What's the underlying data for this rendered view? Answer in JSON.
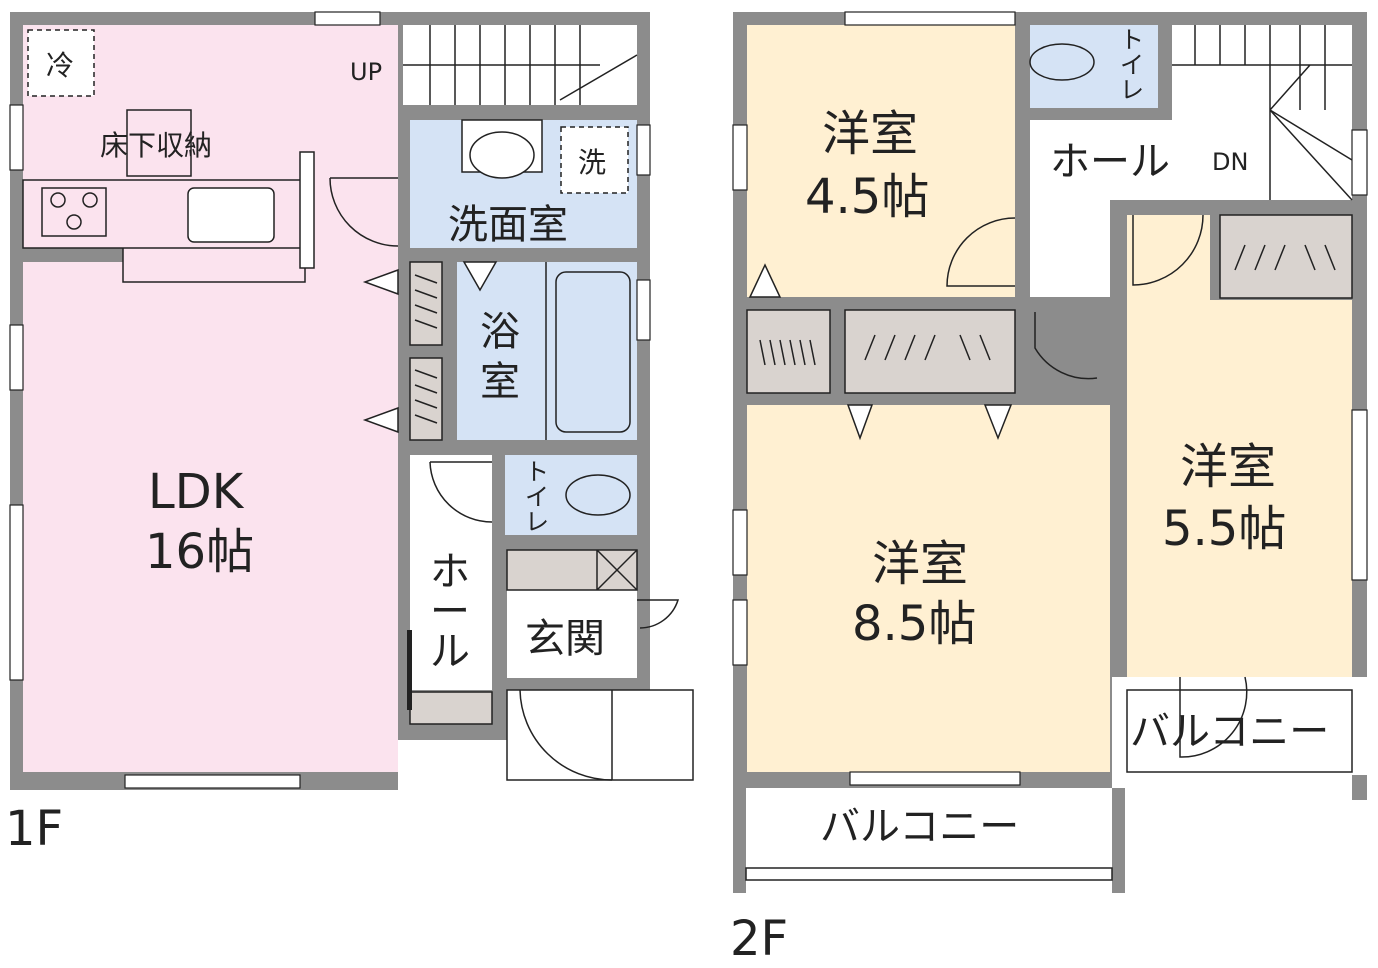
{
  "colors": {
    "wall": "#8c8c8c",
    "ldk": "#fbe3ee",
    "wet": "#d5e3f5",
    "bedroom": "#fff0d2",
    "closet": "#d9d3cf"
  },
  "floor1": {
    "label": "1F",
    "fridge": "冷",
    "up": "UP",
    "underfloor": "床下収納",
    "washer": "洗",
    "washroom": "洗面室",
    "bath": [
      "浴",
      "室"
    ],
    "toilet": [
      "ト",
      "イ",
      "レ"
    ],
    "ldk": [
      "LDK",
      "16帖"
    ],
    "hall": [
      "ホ",
      "ー",
      "ル"
    ],
    "entrance": "玄関"
  },
  "floor2": {
    "label": "2F",
    "room_a": [
      "洋室",
      "4.5帖"
    ],
    "room_b": [
      "洋室",
      "8.5帖"
    ],
    "room_c": [
      "洋室",
      "5.5帖"
    ],
    "toilet": [
      "ト",
      "イ",
      "レ"
    ],
    "hall": "ホール",
    "dn": "DN",
    "balcony_right": "バルコニー",
    "balcony_bottom": "バルコニー"
  }
}
